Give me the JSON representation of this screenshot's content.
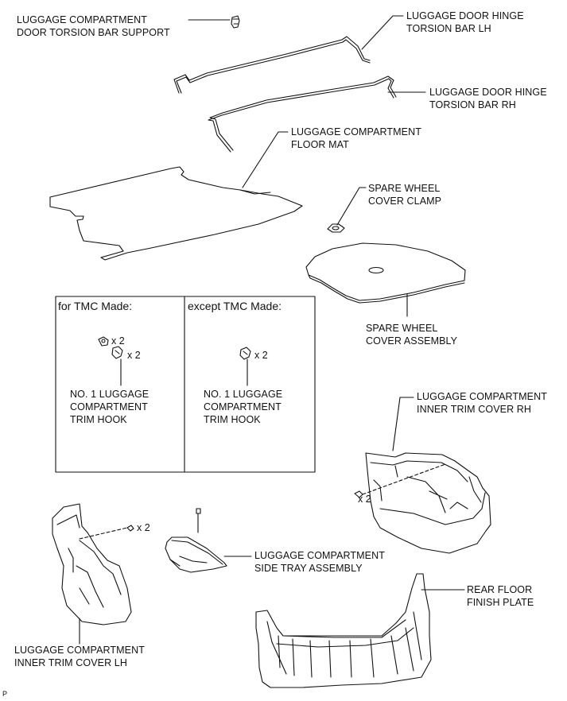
{
  "labels": {
    "torsion_support": [
      "LUGGAGE COMPARTMENT",
      "DOOR TORSION BAR SUPPORT"
    ],
    "torsion_lh": [
      "LUGGAGE DOOR HINGE",
      "TORSION BAR LH"
    ],
    "torsion_rh": [
      "LUGGAGE DOOR HINGE",
      "TORSION BAR RH"
    ],
    "floor_mat": [
      "LUGGAGE COMPARTMENT",
      "FLOOR MAT"
    ],
    "spare_clamp": [
      "SPARE WHEEL",
      "COVER CLAMP"
    ],
    "spare_cover": [
      "SPARE WHEEL",
      "COVER ASSEMBLY"
    ],
    "inner_rh": [
      "LUGGAGE COMPARTMENT",
      "INNER TRIM COVER RH"
    ],
    "side_tray": [
      "LUGGAGE COMPARTMENT",
      "SIDE TRAY ASSEMBLY"
    ],
    "rear_plate": [
      "REAR FLOOR",
      "FINISH PLATE"
    ],
    "inner_lh": [
      "LUGGAGE COMPARTMENT",
      "INNER TRIM COVER LH"
    ]
  },
  "inset": {
    "left_title": "for TMC Made:",
    "right_title": "except TMC Made:",
    "left_hook": [
      "NO. 1 LUGGAGE",
      "COMPARTMENT",
      "TRIM HOOK"
    ],
    "right_hook": [
      "NO. 1 LUGGAGE",
      "COMPARTMENT",
      "TRIM HOOK"
    ],
    "qty_a": "x 2",
    "qty_b": "x 2",
    "qty_c": "x 2"
  },
  "qty_rh": "x 2",
  "qty_lh": "x 2",
  "corner_mark": "P"
}
